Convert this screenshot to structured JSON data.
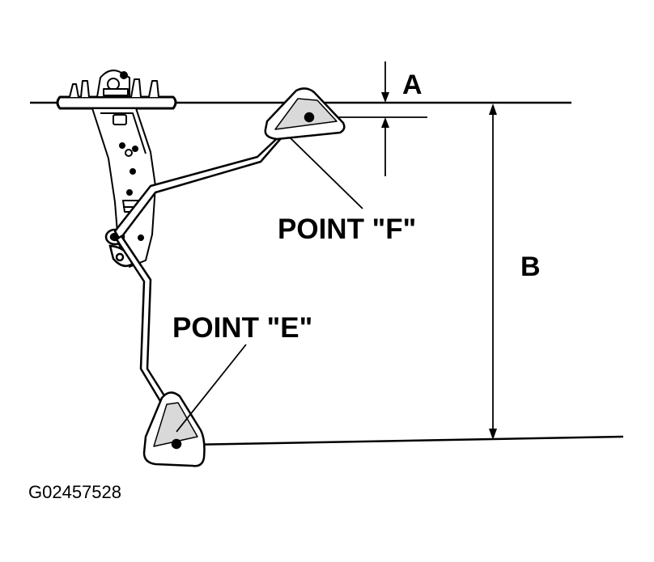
{
  "labels": {
    "dimension_a": "A",
    "dimension_b": "B",
    "point_f": "POINT \"F\"",
    "point_e": "POINT \"E\""
  },
  "figure_id": "G02457528",
  "colors": {
    "line": "#000000",
    "background": "#ffffff",
    "part_fill": "#ffffff",
    "shade": "#b8b8b8"
  }
}
